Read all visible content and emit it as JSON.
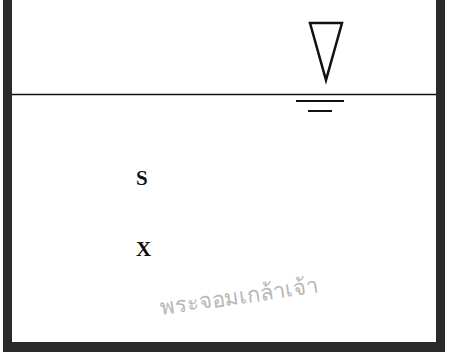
{
  "diagram": {
    "labels": [
      "S",
      "X",
      "พระจอมเกล้าเจ้า"
    ]
  }
}
